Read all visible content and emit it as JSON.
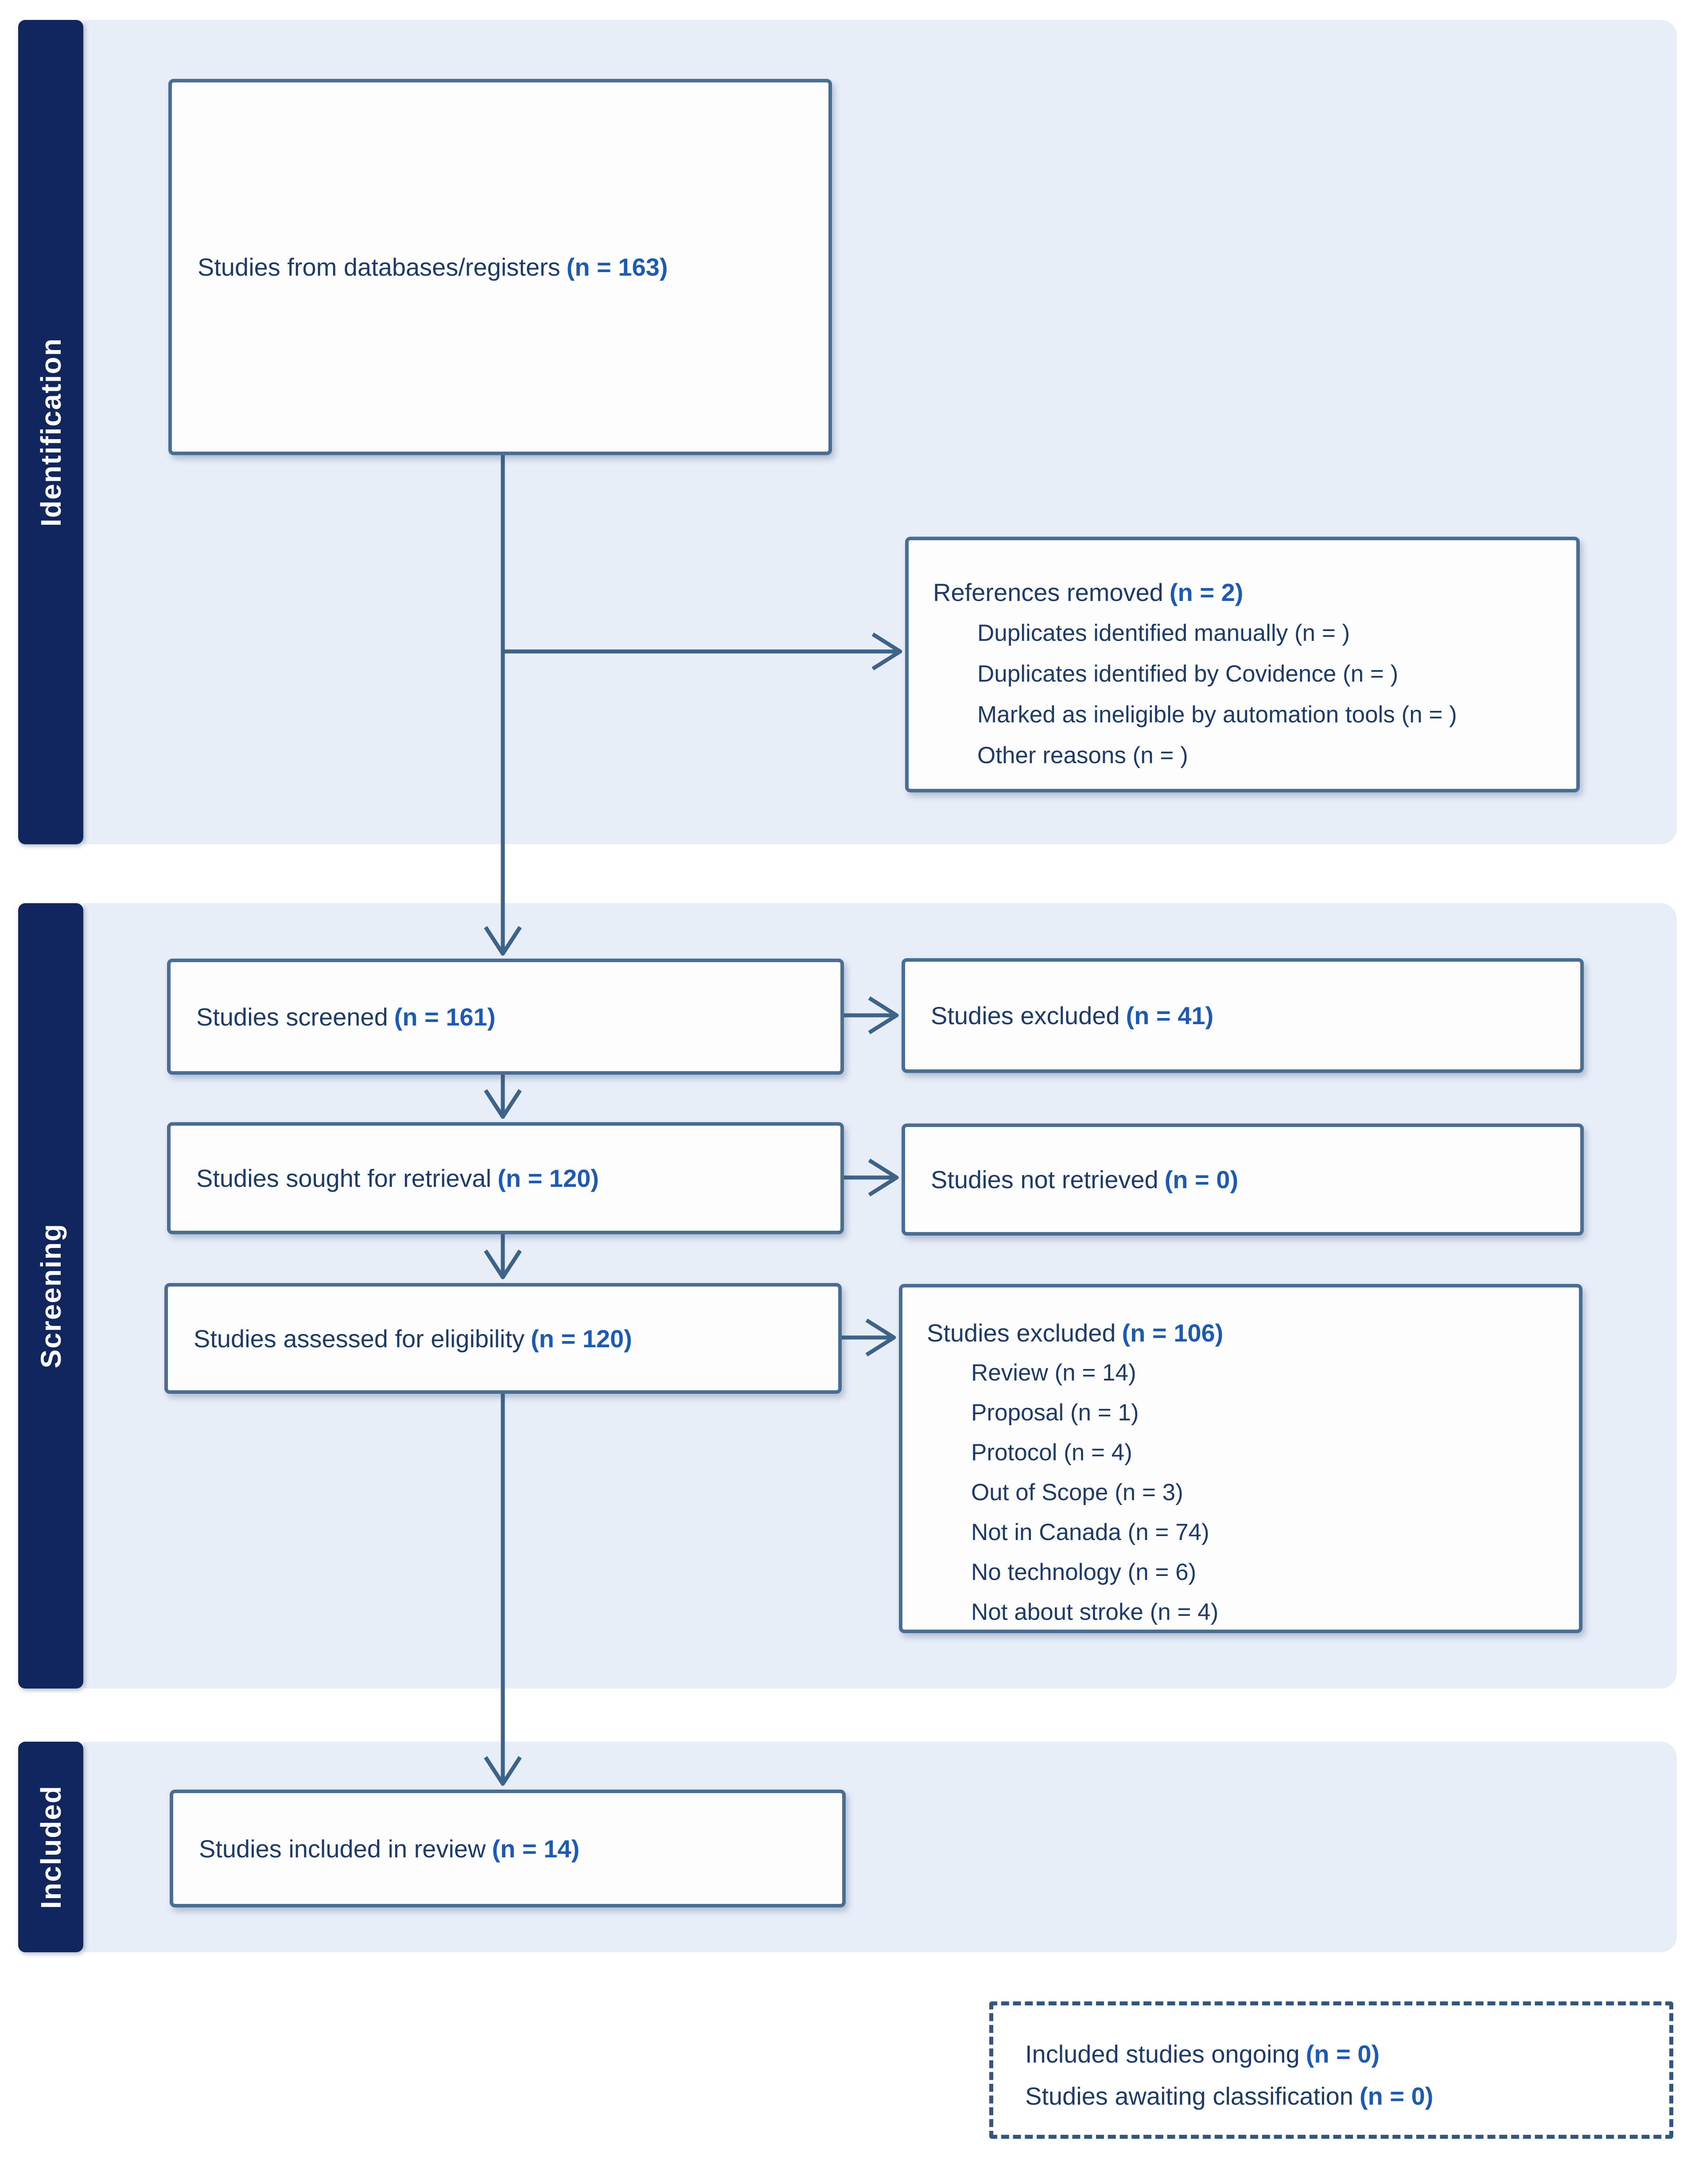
{
  "sidebar": {
    "identification": "Identification",
    "screening": "Screening",
    "included": "Included"
  },
  "boxes": {
    "databases": {
      "label": "Studies from databases/registers",
      "count": "(n = 163)"
    },
    "references_removed": {
      "label": "References removed",
      "count": "(n = 2)",
      "items": [
        "Duplicates identified manually (n = )",
        "Duplicates identified by Covidence (n = )",
        "Marked as ineligible by automation tools (n = )",
        "Other reasons (n = )"
      ]
    },
    "screened": {
      "label": "Studies screened",
      "count": "(n = 161)"
    },
    "excluded_screening": {
      "label": "Studies excluded",
      "count": "(n = 41)"
    },
    "sought_retrieval": {
      "label": "Studies sought for retrieval",
      "count": "(n = 120)"
    },
    "not_retrieved": {
      "label": "Studies not retrieved",
      "count": "(n = 0)"
    },
    "assessed_eligibility": {
      "label": "Studies assessed for eligibility",
      "count": "(n = 120)"
    },
    "excluded_eligibility": {
      "label": "Studies excluded",
      "count": "(n = 106)",
      "items": [
        "Review (n = 14)",
        "Proposal (n = 1)",
        "Protocol (n = 4)",
        "Out of Scope (n = 3)",
        "Not in Canada (n = 74)",
        "No technology (n = 6)",
        "Not about stroke (n = 4)"
      ]
    },
    "included_review": {
      "label": "Studies included in review",
      "count": "(n = 14)"
    },
    "ongoing": {
      "line1_label": "Included studies ongoing",
      "line1_count": "(n = 0)",
      "line2_label": "Studies awaiting classification",
      "line2_count": "(n = 0)"
    }
  },
  "colors": {
    "stage_bar": "#12265e",
    "band": "#e8eef8",
    "box_border": "#4a6d94",
    "box_fill": "#fdfdfe",
    "text": "#1e3a66",
    "count": "#1d5ab2",
    "arrow": "#3e6389",
    "stage_text": "#ffffff"
  }
}
